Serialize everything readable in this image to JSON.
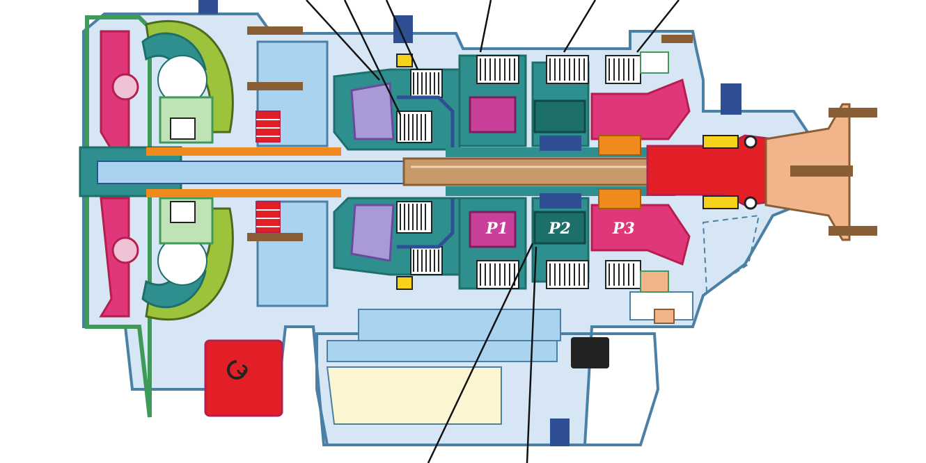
{
  "diagram": {
    "planetary_labels": [
      {
        "id": "p1",
        "text": "P1"
      },
      {
        "id": "p2",
        "text": "P2"
      },
      {
        "id": "p3",
        "text": "P3"
      }
    ]
  },
  "colors": {
    "housing_outline": "#4a7fa6",
    "housing_fill": "#d6e6f4",
    "light_blue": "#a9d3ee",
    "teal": "#2f8f8f",
    "dark_teal": "#1d6f6a",
    "magenta": "#c8409a",
    "pink": "#e0367a",
    "red": "#e21f26",
    "orange": "#f08a1c",
    "yellow": "#f7d21a",
    "olive_green": "#9bc43c",
    "light_green": "#bfe3b4",
    "green": "#3f9a5a",
    "shaft_tan": "#c89a6a",
    "peach": "#f2b48a",
    "lavender": "#a99ad6",
    "purple": "#6b4a9e",
    "crimson": "#b51f4e",
    "navy": "#2e4f93",
    "black": "#222222",
    "pale_yellow": "#fbf5d2"
  },
  "icons": [
    "bolt-icon",
    "plug-icon",
    "oil-filter-icon"
  ]
}
